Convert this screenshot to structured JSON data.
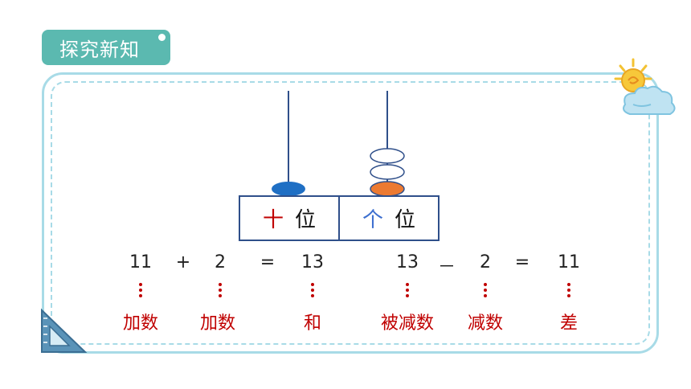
{
  "header": {
    "title": "探究新知"
  },
  "abacus": {
    "tens_label": {
      "digit": "十",
      "word": "位"
    },
    "ones_label": {
      "digit": "个",
      "word": "位"
    },
    "tens_beads": 1,
    "ones_beads": 3
  },
  "equations": {
    "addition": {
      "a": "11",
      "op": "+",
      "b": "2",
      "eq": "=",
      "result": "13"
    },
    "subtraction": {
      "a": "13",
      "op": "－",
      "b": "2",
      "eq": "=",
      "result": "11"
    }
  },
  "terms": {
    "addend1": "加数",
    "addend2": "加数",
    "sum": "和",
    "minuend": "被减数",
    "subtrahend": "减数",
    "difference": "差"
  },
  "colors": {
    "header_bg": "#5bb9b0",
    "frame": "#a8dbe7",
    "term_red": "#c00000",
    "tens_bead": "#1f6fc4",
    "ones_bead": "#ec7a31",
    "box_border": "#2f4f8a"
  }
}
